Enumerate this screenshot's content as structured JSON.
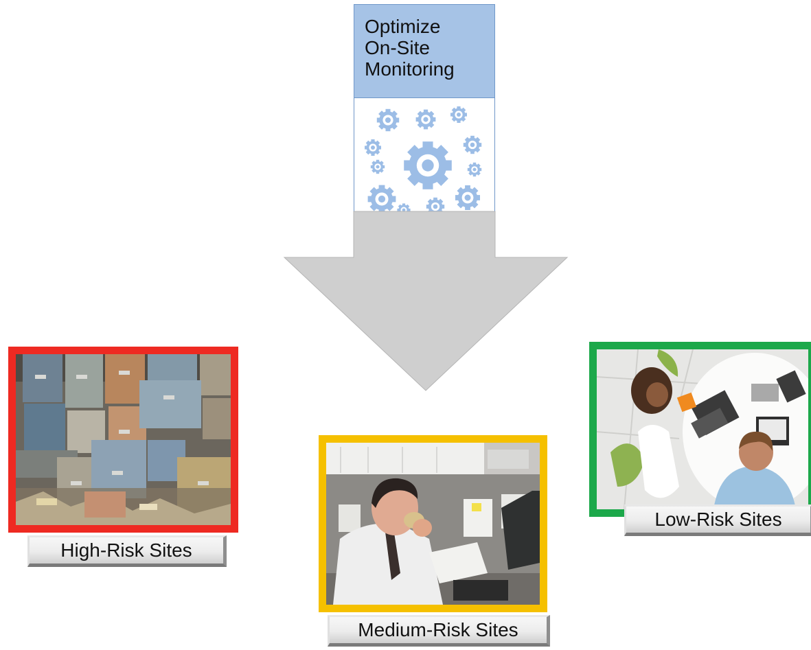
{
  "process": {
    "title_lines": [
      "Optimize",
      "On-Site",
      "Monitoring"
    ],
    "icon": "gears-icon"
  },
  "categories": [
    {
      "label": "High-Risk Sites",
      "border_color": "#ee2a22",
      "image": "messy-filing-cabinets"
    },
    {
      "label": "Medium-Risk Sites",
      "border_color": "#f5c000",
      "image": "man-eating-at-desk"
    },
    {
      "label": "Low-Risk Sites",
      "border_color": "#1ca84a",
      "image": "team-working-on-laptops"
    }
  ],
  "colors": {
    "arrow": "#cfcfcf",
    "title_box": "#a6c3e6",
    "gears": "#9cbde6"
  }
}
